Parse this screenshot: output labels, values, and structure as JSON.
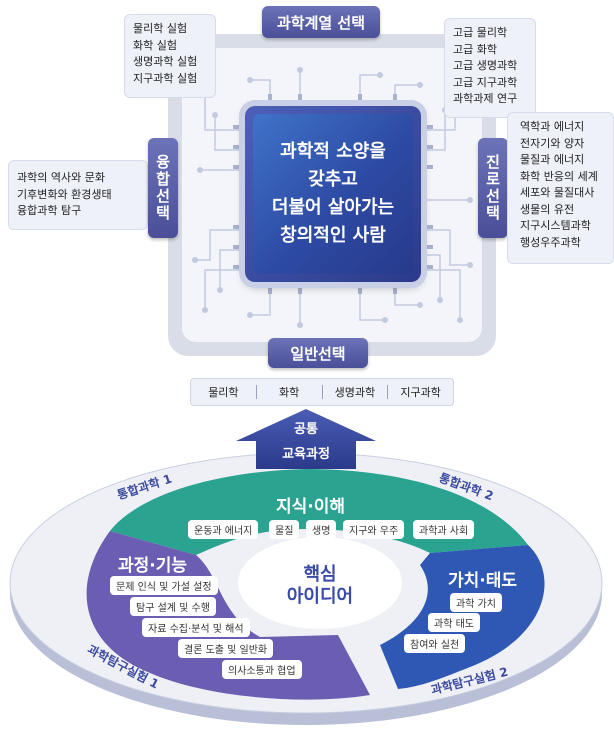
{
  "chip": {
    "core_lines": [
      "과학적 소양을",
      "갖추고",
      "더불어 살아가는",
      "창의적인 사람"
    ],
    "top_label": "과학계열 선택",
    "bottom_label": "일반선택",
    "left_label": "융합선택",
    "right_label": "진로선택",
    "top_left_list": [
      "물리학 실험",
      "화학 실험",
      "생명과학 실험",
      "지구과학 실험"
    ],
    "top_right_list": [
      "고급 물리학",
      "고급 화학",
      "고급 생명과학",
      "고급 지구과학",
      "과학과제 연구"
    ],
    "left_list": [
      "과학의 역사와 문화",
      "기후변화와 환경생태",
      "융합과학 탐구"
    ],
    "right_list": [
      "역학과 에너지",
      "전자기와 양자",
      "물질과 에너지",
      "화학 반응의 세계",
      "세포와 물질대사",
      "생물의 유전",
      "지구시스템과학",
      "행성우주과학"
    ],
    "general_subjects": [
      "물리학",
      "화학",
      "생명과학",
      "지구과학"
    ]
  },
  "curriculum": {
    "arrow_line1": "공통",
    "arrow_line2": "교육과정",
    "ring_top_left": "통합과학 1",
    "ring_top_right": "통합과학 2",
    "ring_bottom_left": "과학탐구실험 1",
    "ring_bottom_right": "과학탐구실험 2",
    "center_line1": "핵심",
    "center_line2": "아이디어",
    "knowledge": {
      "title": "지식·이해",
      "items": [
        "운동과 에너지",
        "물질",
        "생명",
        "지구와 우주",
        "과학과 사회"
      ]
    },
    "process": {
      "title": "과정·기능",
      "items": [
        "문제 인식 및 가설 설정",
        "탐구 설계 및 수행",
        "자료 수집·분석 및 해석",
        "결론 도출 및 일반화",
        "의사소통과 협업"
      ]
    },
    "value": {
      "title": "가치·태도",
      "items": [
        "과학 가치",
        "과학 태도",
        "참여와 실천"
      ]
    }
  },
  "colors": {
    "navy": "#2b3a8a",
    "purple": "#6a5fb0",
    "teal": "#2a9d8f",
    "blue": "#3056b0"
  }
}
